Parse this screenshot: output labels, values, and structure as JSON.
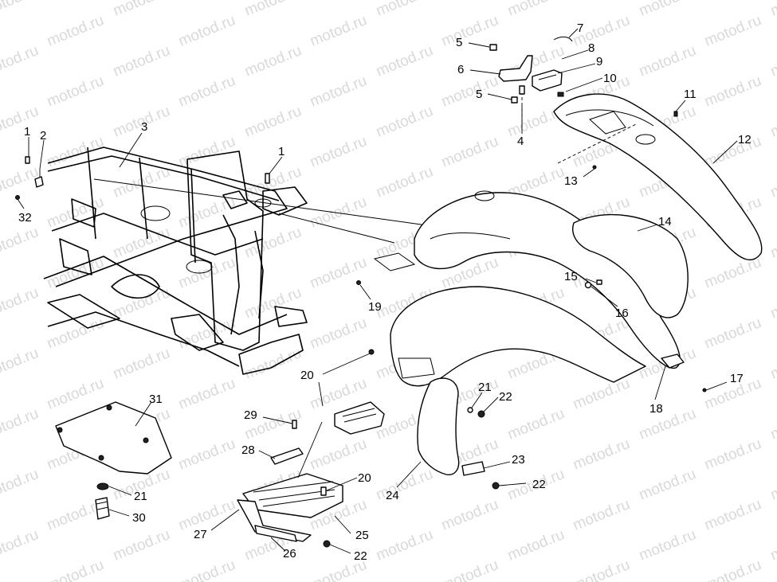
{
  "watermark": "motod.ru",
  "callouts": [
    "1",
    "2",
    "3",
    "1",
    "32",
    "5",
    "6",
    "5",
    "4",
    "7",
    "8",
    "9",
    "10",
    "11",
    "12",
    "13",
    "14",
    "15",
    "16",
    "19",
    "17",
    "18",
    "20",
    "21",
    "22",
    "31",
    "29",
    "28",
    "20",
    "21",
    "30",
    "27",
    "26",
    "25",
    "22",
    "24",
    "23",
    "22"
  ]
}
